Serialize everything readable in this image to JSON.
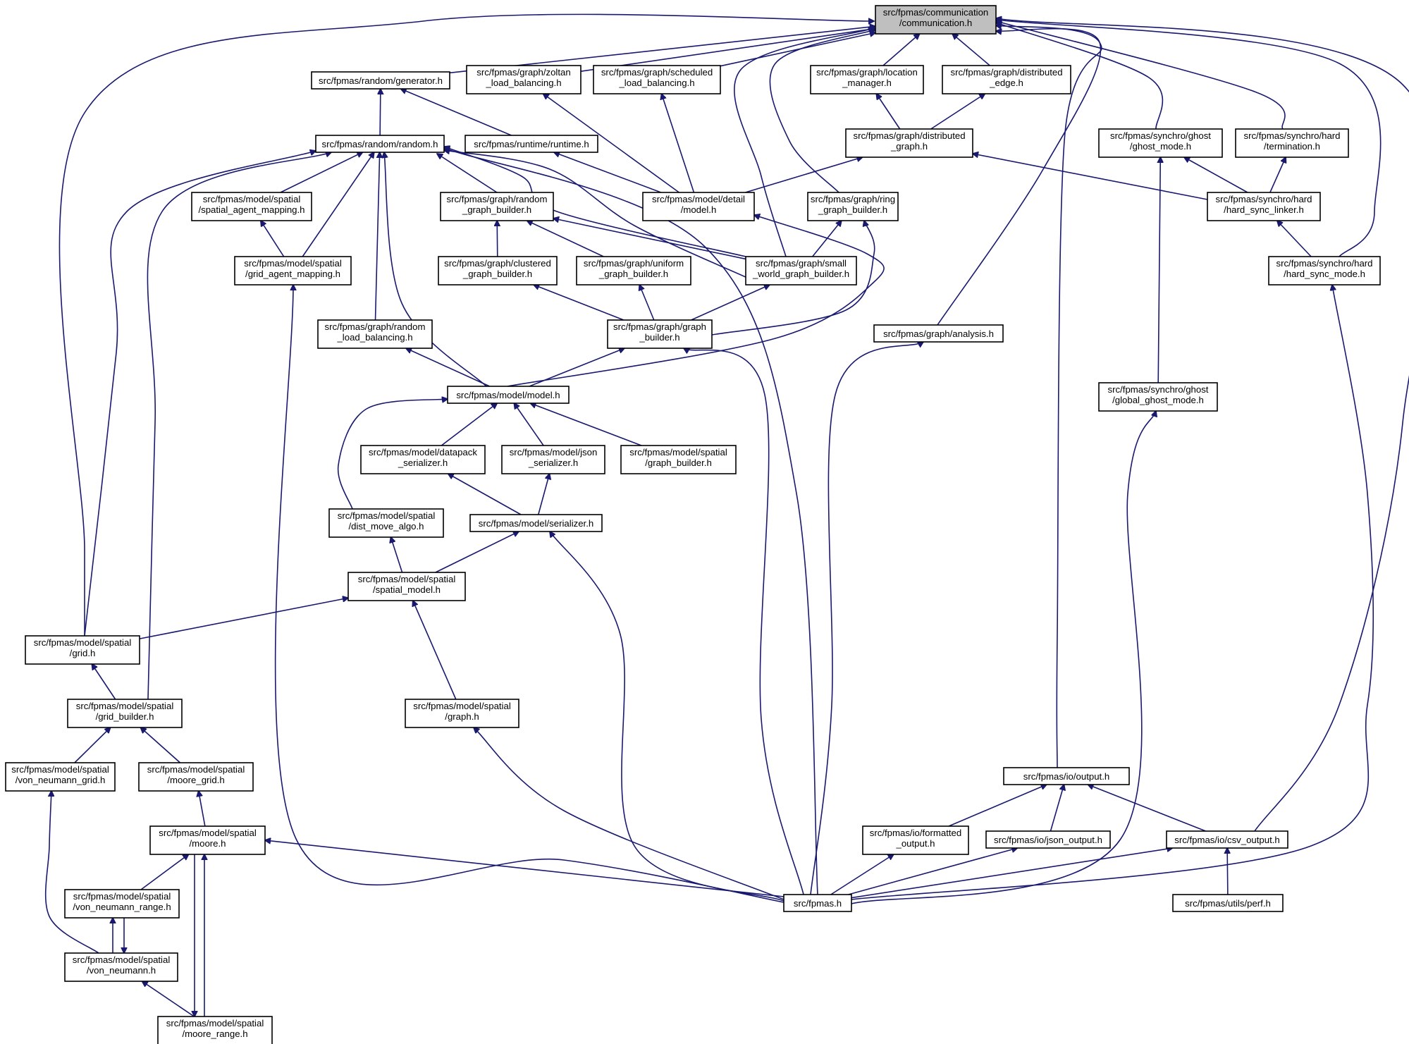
{
  "colors": {
    "edge": "#191970",
    "root_fill": "#bfbfbf",
    "node_fill": "#ffffff",
    "node_stroke": "#000000"
  },
  "nodes": [
    {
      "id": "comm",
      "lines": [
        "src/fpmas/communication",
        "/communication.h"
      ],
      "root": true
    },
    {
      "id": "generator",
      "lines": [
        "src/fpmas/random/generator.h"
      ]
    },
    {
      "id": "zoltan",
      "lines": [
        "src/fpmas/graph/zoltan",
        "_load_balancing.h"
      ]
    },
    {
      "id": "scheduled",
      "lines": [
        "src/fpmas/graph/scheduled",
        "_load_balancing.h"
      ]
    },
    {
      "id": "location",
      "lines": [
        "src/fpmas/graph/location",
        "_manager.h"
      ]
    },
    {
      "id": "distedge",
      "lines": [
        "src/fpmas/graph/distributed",
        "_edge.h"
      ]
    },
    {
      "id": "random",
      "lines": [
        "src/fpmas/random/random.h"
      ]
    },
    {
      "id": "runtime",
      "lines": [
        "src/fpmas/runtime/runtime.h"
      ]
    },
    {
      "id": "distgraph",
      "lines": [
        "src/fpmas/graph/distributed",
        "_graph.h"
      ]
    },
    {
      "id": "ghostmode",
      "lines": [
        "src/fpmas/synchro/ghost",
        "/ghost_mode.h"
      ]
    },
    {
      "id": "termination",
      "lines": [
        "src/fpmas/synchro/hard",
        "/termination.h"
      ]
    },
    {
      "id": "sam",
      "lines": [
        "src/fpmas/model/spatial",
        "/spatial_agent_mapping.h"
      ]
    },
    {
      "id": "rgb",
      "lines": [
        "src/fpmas/graph/random",
        "_graph_builder.h"
      ]
    },
    {
      "id": "detailmodel",
      "lines": [
        "src/fpmas/model/detail",
        "/model.h"
      ]
    },
    {
      "id": "ring",
      "lines": [
        "src/fpmas/graph/ring",
        "_graph_builder.h"
      ]
    },
    {
      "id": "linker",
      "lines": [
        "src/fpmas/synchro/hard",
        "/hard_sync_linker.h"
      ]
    },
    {
      "id": "gam",
      "lines": [
        "src/fpmas/model/spatial",
        "/grid_agent_mapping.h"
      ]
    },
    {
      "id": "clustered",
      "lines": [
        "src/fpmas/graph/clustered",
        "_graph_builder.h"
      ]
    },
    {
      "id": "uniform",
      "lines": [
        "src/fpmas/graph/uniform",
        "_graph_builder.h"
      ]
    },
    {
      "id": "smallworld",
      "lines": [
        "src/fpmas/graph/small",
        "_world_graph_builder.h"
      ]
    },
    {
      "id": "hardmode",
      "lines": [
        "src/fpmas/synchro/hard",
        "/hard_sync_mode.h"
      ]
    },
    {
      "id": "rlb",
      "lines": [
        "src/fpmas/graph/random",
        "_load_balancing.h"
      ]
    },
    {
      "id": "gbuilder",
      "lines": [
        "src/fpmas/graph/graph",
        "_builder.h"
      ]
    },
    {
      "id": "analysis",
      "lines": [
        "src/fpmas/graph/analysis.h"
      ]
    },
    {
      "id": "model",
      "lines": [
        "src/fpmas/model/model.h"
      ]
    },
    {
      "id": "globalghost",
      "lines": [
        "src/fpmas/synchro/ghost",
        "/global_ghost_mode.h"
      ]
    },
    {
      "id": "datapack",
      "lines": [
        "src/fpmas/model/datapack",
        "_serializer.h"
      ]
    },
    {
      "id": "jsonser",
      "lines": [
        "src/fpmas/model/json",
        "_serializer.h"
      ]
    },
    {
      "id": "spgb",
      "lines": [
        "src/fpmas/model/spatial",
        "/graph_builder.h"
      ]
    },
    {
      "id": "distmove",
      "lines": [
        "src/fpmas/model/spatial",
        "/dist_move_algo.h"
      ]
    },
    {
      "id": "serializer",
      "lines": [
        "src/fpmas/model/serializer.h"
      ]
    },
    {
      "id": "spatialmodel",
      "lines": [
        "src/fpmas/model/spatial",
        "/spatial_model.h"
      ]
    },
    {
      "id": "grid",
      "lines": [
        "src/fpmas/model/spatial",
        "/grid.h"
      ]
    },
    {
      "id": "gridbuilder",
      "lines": [
        "src/fpmas/model/spatial",
        "/grid_builder.h"
      ]
    },
    {
      "id": "spgraph",
      "lines": [
        "src/fpmas/model/spatial",
        "/graph.h"
      ]
    },
    {
      "id": "vngrid",
      "lines": [
        "src/fpmas/model/spatial",
        "/von_neumann_grid.h"
      ]
    },
    {
      "id": "mooregrid",
      "lines": [
        "src/fpmas/model/spatial",
        "/moore_grid.h"
      ]
    },
    {
      "id": "output",
      "lines": [
        "src/fpmas/io/output.h"
      ]
    },
    {
      "id": "moore",
      "lines": [
        "src/fpmas/model/spatial",
        "/moore.h"
      ]
    },
    {
      "id": "formatted",
      "lines": [
        "src/fpmas/io/formatted",
        "_output.h"
      ]
    },
    {
      "id": "jsonout",
      "lines": [
        "src/fpmas/io/json_output.h"
      ]
    },
    {
      "id": "csv",
      "lines": [
        "src/fpmas/io/csv_output.h"
      ]
    },
    {
      "id": "vnrange",
      "lines": [
        "src/fpmas/model/spatial",
        "/von_neumann_range.h"
      ]
    },
    {
      "id": "fpmas",
      "lines": [
        "src/fpmas.h"
      ]
    },
    {
      "id": "perf",
      "lines": [
        "src/fpmas/utils/perf.h"
      ]
    },
    {
      "id": "vn",
      "lines": [
        "src/fpmas/model/spatial",
        "/von_neumann.h"
      ]
    },
    {
      "id": "moorerange",
      "lines": [
        "src/fpmas/model/spatial",
        "/moore_range.h"
      ]
    }
  ],
  "edges": [
    {
      "from": "generator",
      "to": "comm"
    },
    {
      "from": "zoltan",
      "to": "comm"
    },
    {
      "from": "scheduled",
      "to": "comm"
    },
    {
      "from": "location",
      "to": "comm"
    },
    {
      "from": "distedge",
      "to": "comm"
    },
    {
      "from": "grid",
      "to": "comm"
    },
    {
      "from": "smallworld",
      "to": "comm"
    },
    {
      "from": "ring",
      "to": "comm"
    },
    {
      "from": "analysis",
      "to": "comm"
    },
    {
      "from": "output",
      "to": "comm"
    },
    {
      "from": "ghostmode",
      "to": "comm"
    },
    {
      "from": "termination",
      "to": "comm"
    },
    {
      "from": "hardmode",
      "to": "comm"
    },
    {
      "from": "csv",
      "to": "comm"
    },
    {
      "from": "random",
      "to": "generator"
    },
    {
      "from": "runtime",
      "to": "generator"
    },
    {
      "from": "detailmodel",
      "to": "zoltan"
    },
    {
      "from": "detailmodel",
      "to": "scheduled"
    },
    {
      "from": "distgraph",
      "to": "location"
    },
    {
      "from": "distgraph",
      "to": "distedge"
    },
    {
      "from": "sam",
      "to": "random"
    },
    {
      "from": "gam",
      "to": "random"
    },
    {
      "from": "rgb",
      "to": "random"
    },
    {
      "from": "smallworld",
      "to": "random"
    },
    {
      "from": "rlb",
      "to": "random"
    },
    {
      "from": "model",
      "to": "random"
    },
    {
      "from": "grid",
      "to": "random"
    },
    {
      "from": "gridbuilder",
      "to": "random"
    },
    {
      "from": "fpmas",
      "to": "random"
    },
    {
      "from": "detailmodel",
      "to": "random"
    },
    {
      "from": "detailmodel",
      "to": "runtime"
    },
    {
      "from": "detailmodel",
      "to": "distgraph"
    },
    {
      "from": "linker",
      "to": "distgraph"
    },
    {
      "from": "linker",
      "to": "ghostmode"
    },
    {
      "from": "globalghost",
      "to": "ghostmode"
    },
    {
      "from": "linker",
      "to": "termination"
    },
    {
      "from": "hardmode",
      "to": "linker"
    },
    {
      "from": "gam",
      "to": "sam"
    },
    {
      "from": "clustered",
      "to": "rgb"
    },
    {
      "from": "uniform",
      "to": "rgb"
    },
    {
      "from": "smallworld",
      "to": "rgb"
    },
    {
      "from": "model",
      "to": "detailmodel"
    },
    {
      "from": "smallworld",
      "to": "ring"
    },
    {
      "from": "gbuilder",
      "to": "ring"
    },
    {
      "from": "fpmas",
      "to": "gam"
    },
    {
      "from": "gbuilder",
      "to": "clustered"
    },
    {
      "from": "gbuilder",
      "to": "uniform"
    },
    {
      "from": "gbuilder",
      "to": "smallworld"
    },
    {
      "from": "fpmas",
      "to": "hardmode"
    },
    {
      "from": "model",
      "to": "rlb"
    },
    {
      "from": "model",
      "to": "gbuilder"
    },
    {
      "from": "fpmas",
      "to": "gbuilder"
    },
    {
      "from": "fpmas",
      "to": "analysis"
    },
    {
      "from": "datapack",
      "to": "model"
    },
    {
      "from": "jsonser",
      "to": "model"
    },
    {
      "from": "spgb",
      "to": "model"
    },
    {
      "from": "distmove",
      "to": "model"
    },
    {
      "from": "fpmas",
      "to": "globalghost"
    },
    {
      "from": "serializer",
      "to": "datapack"
    },
    {
      "from": "serializer",
      "to": "jsonser"
    },
    {
      "from": "spatialmodel",
      "to": "distmove"
    },
    {
      "from": "spatialmodel",
      "to": "serializer"
    },
    {
      "from": "fpmas",
      "to": "serializer"
    },
    {
      "from": "grid",
      "to": "spatialmodel"
    },
    {
      "from": "spgraph",
      "to": "spatialmodel"
    },
    {
      "from": "gridbuilder",
      "to": "grid"
    },
    {
      "from": "vngrid",
      "to": "gridbuilder"
    },
    {
      "from": "mooregrid",
      "to": "gridbuilder"
    },
    {
      "from": "fpmas",
      "to": "spgraph"
    },
    {
      "from": "vn",
      "to": "vngrid"
    },
    {
      "from": "moore",
      "to": "mooregrid"
    },
    {
      "from": "vnrange",
      "to": "moore"
    },
    {
      "from": "fpmas",
      "to": "moore"
    },
    {
      "from": "moorerange",
      "to": "moore"
    },
    {
      "from": "formatted",
      "to": "output"
    },
    {
      "from": "jsonout",
      "to": "output"
    },
    {
      "from": "csv",
      "to": "output"
    },
    {
      "from": "fpmas",
      "to": "formatted"
    },
    {
      "from": "fpmas",
      "to": "jsonout"
    },
    {
      "from": "fpmas",
      "to": "csv"
    },
    {
      "from": "perf",
      "to": "csv"
    },
    {
      "from": "vn",
      "to": "vnrange"
    },
    {
      "from": "vnrange",
      "to": "vn"
    },
    {
      "from": "moorerange",
      "to": "vn"
    },
    {
      "from": "moore",
      "to": "moorerange"
    }
  ]
}
